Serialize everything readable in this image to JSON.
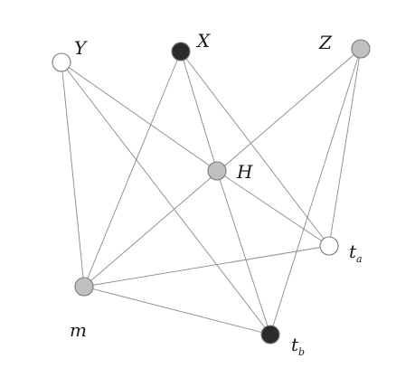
{
  "diagram": {
    "nodes": [
      {
        "id": "Y",
        "label": "Y",
        "sub": "",
        "fill": "#ffffff"
      },
      {
        "id": "X",
        "label": "X",
        "sub": "",
        "fill": "#2b2b2b"
      },
      {
        "id": "Z",
        "label": "Z",
        "sub": "",
        "fill": "#c0c0c0"
      },
      {
        "id": "H",
        "label": "H",
        "sub": "",
        "fill": "#c0c0c0"
      },
      {
        "id": "ta",
        "label": "t",
        "sub": "a",
        "fill": "#ffffff"
      },
      {
        "id": "m",
        "label": "m",
        "sub": "",
        "fill": "#c0c0c0"
      },
      {
        "id": "tb",
        "label": "t",
        "sub": "b",
        "fill": "#2b2b2b"
      }
    ],
    "edges": [
      [
        "Y",
        "H"
      ],
      [
        "Y",
        "m"
      ],
      [
        "Y",
        "tb"
      ],
      [
        "X",
        "m"
      ],
      [
        "X",
        "H"
      ],
      [
        "X",
        "ta"
      ],
      [
        "Z",
        "m"
      ],
      [
        "Z",
        "ta"
      ],
      [
        "Z",
        "tb"
      ],
      [
        "H",
        "ta"
      ],
      [
        "H",
        "tb"
      ],
      [
        "m",
        "ta"
      ],
      [
        "m",
        "tb"
      ]
    ]
  }
}
